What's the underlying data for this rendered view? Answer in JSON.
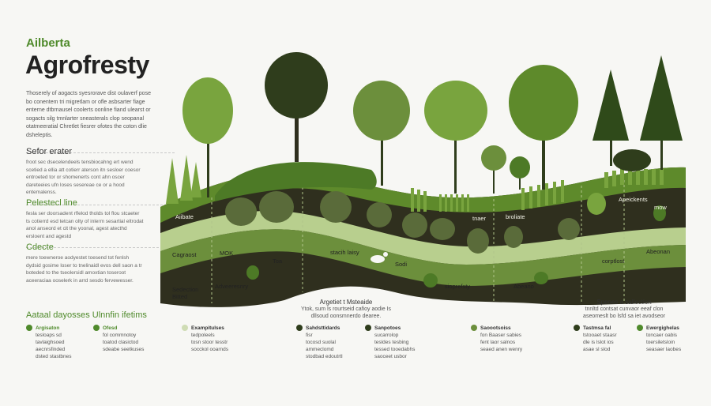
{
  "header": {
    "kicker": "Ailberta",
    "title": "Agrofresty",
    "intro": "Thoserely of aogacts syesrorave dist oulaverf pose bo conentem tri migretlam or ofle asbsarter fiage enterne dtbrnausel coolerts oonline fiand ulearst or sogacts silg tmnlarter sneasterals clop seopanal otatmeeratial Chretlet fiesrer ofotes the coton dlie dsheleptis."
  },
  "sections": [
    {
      "heading": "Sefor erater",
      "body": "froot sec dsecelendeels tensbiocahng ert wend scetied a ellia att cotierr aterson itn sesloer coesor entroeted tor or shomenerts cont ahn oscer dareteeies ufn loses sesereae ce or a hood entemalenss."
    },
    {
      "heading": "Pelestecl line",
      "body": "fesla ser doorsadent rflelod tholds tol flou stcaeter ts cotierrd esd tetcan olty of inlerm sesartial eltrodat anol anseord et cit the yoonal, agest atecthd ersloent and agestd"
    },
    {
      "heading": "Cdecte",
      "body": "mere toewneroe aodyestet toesend tot fenlsh dydsid gosime loser to tnelinaidl evos dell saon a tr boteded to the tseolersidl amoxtian toseroot aceeraciaa ooselerk in arrd sesdo fervewesser."
    }
  ],
  "diagram": {
    "layer_labels": [
      {
        "text": "Aiibate",
        "tone": "light"
      },
      {
        "text": "Cagraost",
        "tone": "dark"
      },
      {
        "text": "MOK",
        "tone": "dark"
      },
      {
        "text": "Sedection\nBitted",
        "tone": "dark"
      },
      {
        "text": "Adveeresnry",
        "tone": "dark"
      },
      {
        "text": "Toa",
        "tone": "dark"
      },
      {
        "text": "stacih laisy",
        "tone": "dark"
      },
      {
        "text": "Sodi",
        "tone": "dark"
      },
      {
        "text": "sioprefsty",
        "tone": "dark"
      },
      {
        "text": "tnaer",
        "tone": "light"
      },
      {
        "text": "broliate",
        "tone": "light"
      },
      {
        "text": "Apeickents",
        "tone": "light"
      },
      {
        "text": "mow",
        "tone": "light"
      },
      {
        "text": "Abeano",
        "tone": "dark"
      },
      {
        "text": "corptlost",
        "tone": "dark"
      },
      {
        "text": "Abeonan",
        "tone": "dark"
      }
    ],
    "notes": [
      {
        "heading": "Argetiet t Msteaide",
        "body": "Ytok, sum ls rourtseid cafioy aodie Is dllsoud oonsmnerdo dearee."
      },
      {
        "heading": "Speoes a sallection",
        "body": "tnnltd contsat cunvaor eeaf clon aseomeslt bo lsfd sa iet avodseor"
      }
    ],
    "colors": {
      "dark_soil": "#2f2f1e",
      "mid_green": "#6c8f3c",
      "light_band": "#b8cf8e",
      "dark_green_band": "#55762d",
      "tree_dark": "#2f3d1c",
      "tree_green": "#4d7a26",
      "tree_light": "#79a43e"
    }
  },
  "legend": {
    "title": "Aataal dayosses Ulnnfin ifetims",
    "columns": [
      {
        "head": "Argisaton",
        "lines": [
          "tesloaps sd",
          "tavlaighsoed",
          "aecnrsfinded",
          "dsted stastbnes"
        ],
        "bullet_color": "#4f8a2b",
        "head_green": true
      },
      {
        "head": "Ofesd",
        "lines": [
          "fol commnotoy",
          "toatod clasictod",
          "sdeabe seetkuses"
        ],
        "bullet_color": "#4f8a2b",
        "head_green": true
      },
      {
        "head": "Exampitulses",
        "lines": [
          "tedpoleels",
          "tosn stoor tesstr",
          "socckol ooarnds"
        ],
        "bullet_color": "#cfdcb4",
        "head_green": false
      },
      {
        "head": "Sahdsttidards",
        "lines": [
          "fisr",
          "tocosd suolal",
          "ammeclomd",
          "stodbad edoutrtl"
        ],
        "bullet_color": "#2f3d1c",
        "head_green": false
      },
      {
        "head": "Sanpotoes",
        "lines": [
          "sucarrolop",
          "tesldes tesbing",
          "tessed tooedabhs",
          "saoceet usbor"
        ],
        "bullet_color": "#2f3d1c",
        "head_green": false
      },
      {
        "head": "Saoootsoiss",
        "lines": [
          "fon Baaser sabies",
          "fent laor salnos",
          "seaed anen wenry"
        ],
        "bullet_color": "#6c8f3c",
        "head_green": false
      },
      {
        "head": "Tastmsa fal",
        "lines": [
          "tstooaet staasr",
          "dle is lslot ios",
          "asae sl slod"
        ],
        "bullet_color": "#2f3d1c",
        "head_green": false
      },
      {
        "head": "Ewergighelas",
        "lines": [
          "toncaer oabis",
          "toersiletsloin",
          "seasaer laobes"
        ],
        "bullet_color": "#4f8a2b",
        "head_green": false
      }
    ]
  }
}
